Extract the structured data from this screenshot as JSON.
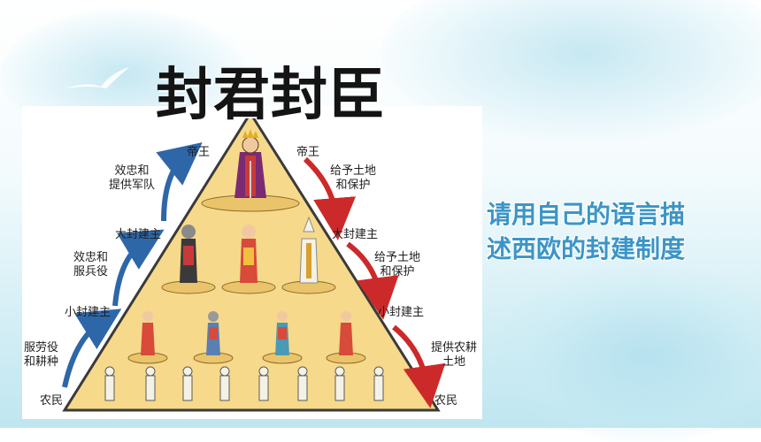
{
  "title": "封君封臣",
  "prompt_text": "请用自己的语言描述西欧的封建制度",
  "diagram": {
    "levels": {
      "emperor": "帝王",
      "great_lord": "大封建主",
      "small_lord": "小封建主",
      "peasant": "农民"
    },
    "left_duties": {
      "to_emperor": "效忠和\n提供军队",
      "to_great_lord": "效忠和\n服兵役",
      "to_small_lord": "服劳役\n和耕种"
    },
    "right_grants": {
      "from_emperor": "给予土地\n和保护",
      "from_great_lord": "给予土地\n和保护",
      "from_small_lord": "提供农耕\n土地"
    },
    "colors": {
      "pyramid_fill": "#f6d98a",
      "up_arrow": "#2e67a8",
      "down_arrow": "#cc2a2a"
    }
  }
}
